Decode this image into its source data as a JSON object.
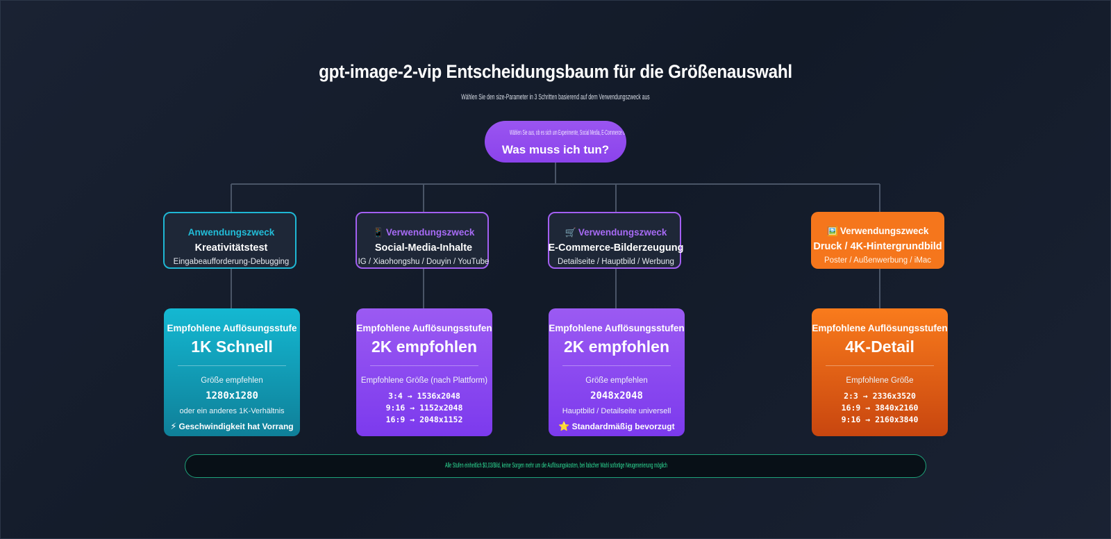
{
  "header": {
    "title": "gpt-image-2-vip Entscheidungsbaum für die Größenauswahl",
    "subtitle": "Wählen Sie den size-Parameter in 3 Schritten basierend auf dem Verwendungszweck aus"
  },
  "root": {
    "note": "Wählen Sie aus, ob es sich um Experimente, Social Media, E-Commerce oder Druck handelt, um die passende Auflösungsstufe zu bestimmen",
    "question": "Was muss ich tun?"
  },
  "use_cases": [
    {
      "icon": "",
      "tag": "Anwendungszweck",
      "name": "Kreativitätstest",
      "sub": "Eingabeaufforderung-Debugging",
      "color": "#1fb7d4"
    },
    {
      "icon": "📱",
      "icon_name": "mobile-phone-icon",
      "tag": "Verwendungszweck",
      "name": "Social-Media-Inhalte",
      "sub": "IG / Xiaohongshu / Douyin / YouTube",
      "color": "#a35ff2"
    },
    {
      "icon": "🛒",
      "icon_name": "shopping-cart-icon",
      "tag": "Verwendungszweck",
      "name": "E-Commerce-Bilderzeugung",
      "sub": "Detailseite / Hauptbild / Werbung",
      "color": "#a35ff2"
    },
    {
      "icon": "🖼️",
      "icon_name": "framed-picture-icon",
      "tag": "Verwendungszweck",
      "name": "Druck / 4K-Hintergrundbild",
      "sub": "Poster / Außenwerbung / iMac",
      "color": "#f5761c"
    }
  ],
  "results": [
    {
      "label": "Empfohlene Auflösungsstufe",
      "tier": "1K Schnell",
      "size_label": "Größe empfehlen",
      "size": "1280x1280",
      "note": "oder ein anderes 1K-Verhältnis",
      "perk_icon": "⚡",
      "perk_icon_name": "lightning-icon",
      "perk": "Geschwindigkeit hat Vorrang"
    },
    {
      "label": "Empfohlene Auflösungsstufen",
      "tier": "2K empfohlen",
      "size_label": "Empfohlene Größe (nach Plattform)",
      "sizes": [
        "3:4 → 1536x2048",
        "9:16 → 1152x2048",
        "16:9 → 2048x1152"
      ]
    },
    {
      "label": "Empfohlene Auflösungsstufen",
      "tier": "2K empfohlen",
      "size_label": "Größe empfehlen",
      "size": "2048x2048",
      "note": "Hauptbild / Detailseite universell",
      "perk_icon": "⭐",
      "perk_icon_name": "star-icon",
      "perk": "Standardmäßig bevorzugt"
    },
    {
      "label": "Empfohlene Auflösungsstufen",
      "tier": "4K-Detail",
      "size_label": "Empfohlene Größe",
      "sizes": [
        "2:3 → 2336x3520",
        "16:9 → 3840x2160",
        "9:16 → 2160x3840"
      ]
    }
  ],
  "footer": {
    "text": "Alle Stufen einheitlich $0,03/Bild, keine Sorgen mehr um die Auflösungskosten, bei falscher Wahl sofortige Neugenerierung möglich"
  },
  "colors": {
    "background": "#161e2c",
    "cyan": "#1fb7d4",
    "purple": "#9b5af2",
    "orange": "#f5761c",
    "green": "#2fe39a",
    "connector": "#4a5567"
  }
}
